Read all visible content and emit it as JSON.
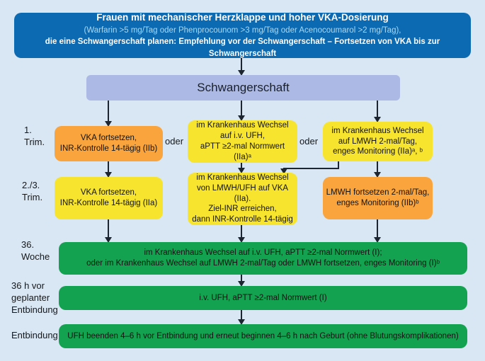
{
  "header": {
    "line1": "Frauen mit mechanischer Herzklappe und hoher VKA-Dosierung",
    "line2": "(Warfarin >5 mg/Tag oder Phenprocounom >3 mg/Tag oder Acenocoumarol >2 mg/Tag),",
    "line3": "die eine Schwangerschaft planen: Empfehlung vor der Schwangerschaft – Fortsetzen von VKA bis zur Schwangerschaft"
  },
  "pregnancy_box": {
    "label": "Schwangerschaft"
  },
  "connectors": {
    "oder": "oder"
  },
  "row_labels": {
    "trim1": {
      "line1": "1.",
      "line2": "Trim."
    },
    "trim23": {
      "line1": "2./3.",
      "line2": "Trim."
    },
    "week36": {
      "line1": "36.",
      "line2": "Woche"
    },
    "h36": {
      "line1": "36 h vor",
      "line2": "geplanter",
      "line3": "Entbindung"
    },
    "delivery": {
      "line1": "Entbindung"
    }
  },
  "boxes": {
    "trim1_left": {
      "lines": [
        "VKA fortsetzen,",
        "INR-Kontrolle 14-tägig (IIb)"
      ]
    },
    "trim1_mid": {
      "lines": [
        "im Krankenhaus Wechsel",
        "auf i.v. UFH,",
        "aPTT ≥2-mal Normwert (IIa)ᵃ"
      ]
    },
    "trim1_right": {
      "lines": [
        "im Krankenhaus Wechsel",
        "auf LMWH 2-mal/Tag,",
        "enges Monitoring (IIa)ᵃ, ᵇ"
      ]
    },
    "trim23_left": {
      "lines": [
        "VKA fortsetzen,",
        "INR-Kontrolle 14-tägig (IIa)"
      ]
    },
    "trim23_mid": {
      "lines": [
        "im Krankenhaus Wechsel",
        "von LMWH/UFH auf VKA (IIa).",
        "Ziel-INR erreichen,",
        "dann INR-Kontrolle 14-tägig"
      ]
    },
    "trim23_right": {
      "lines": [
        "LMWH fortsetzen 2-mal/Tag,",
        "enges Monitoring (IIb)ᵇ"
      ]
    },
    "week36": {
      "lines": [
        "im Krankenhaus Wechsel auf i.v. UFH, aPTT ≥2-mal Normwert (I);",
        "oder im Krankenhaus Wechsel auf LMWH 2-mal/Tag oder LMWH fortsetzen, enges Monitoring (I)ᵇ"
      ]
    },
    "h36": {
      "lines": [
        "i.v. UFH, aPTT ≥2-mal Normwert (I)"
      ]
    },
    "delivery": {
      "lines": [
        "UFH beenden 4–6 h vor Entbindung und erneut beginnen 4–6 h nach Geburt (ohne Blutungskomplikationen)"
      ]
    }
  },
  "colors": {
    "background": "#d9e7f4",
    "header_blue": "#0c6ab2",
    "header_subtext": "#a6d9f6",
    "pregnancy_lavender": "#adb9e5",
    "orange": "#f9a43c",
    "yellow": "#f7e42e",
    "green": "#13a24f",
    "arrow": "#1c2530"
  }
}
